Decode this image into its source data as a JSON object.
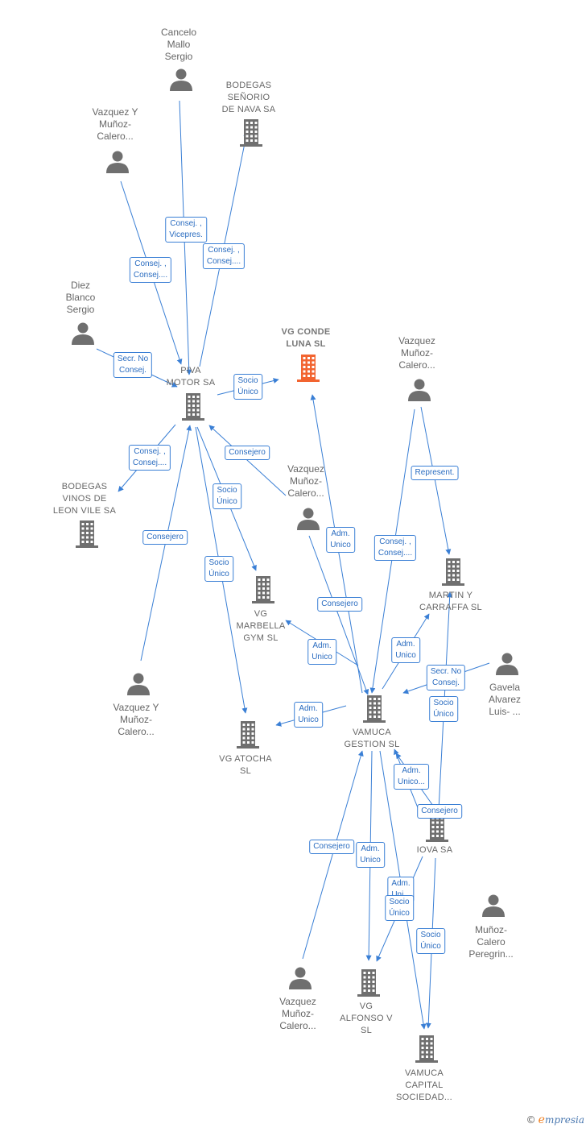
{
  "colors": {
    "edge": "#3a7fd5",
    "node": "#6f6f6f",
    "focus": "#f26430"
  },
  "nodes": [
    {
      "id": "cancelo",
      "kind": "person",
      "label": "Cancelo\nMallo\nSergio"
    },
    {
      "id": "bodegas_senorio",
      "kind": "company",
      "label": "BODEGAS\nSEÑORIO\nDE NAVA SA"
    },
    {
      "id": "vazquez_y_1",
      "kind": "person",
      "label": "Vazquez Y\nMuñoz-\nCalero..."
    },
    {
      "id": "diez",
      "kind": "person",
      "label": "Diez\nBlanco\nSergio"
    },
    {
      "id": "vg_conde",
      "kind": "focus",
      "label": "VG CONDE\nLUNA  SL"
    },
    {
      "id": "vazquez_m_1",
      "kind": "person",
      "label": "Vazquez\nMuñoz-\nCalero..."
    },
    {
      "id": "piva",
      "kind": "company",
      "label": "PIVA\nMOTOR SA"
    },
    {
      "id": "bodegas_vinos",
      "kind": "company",
      "label": "BODEGAS\nVINOS DE\nLEON VILE SA"
    },
    {
      "id": "vazquez_m_2",
      "kind": "person",
      "label": "Vazquez\nMuñoz-\nCalero..."
    },
    {
      "id": "martin",
      "kind": "company",
      "label": "MARTIN Y\nCARRAFFA  SL"
    },
    {
      "id": "vg_marbella",
      "kind": "company",
      "label": "VG\nMARBELLA\nGYM  SL"
    },
    {
      "id": "gavela",
      "kind": "person",
      "label": "Gavela\nAlvarez\nLuis- ..."
    },
    {
      "id": "vazquez_y_2",
      "kind": "person",
      "label": "Vazquez Y\nMuñoz-\nCalero..."
    },
    {
      "id": "vamuca",
      "kind": "company",
      "label": "VAMUCA\nGESTION  SL"
    },
    {
      "id": "vg_atocha",
      "kind": "company",
      "label": "VG ATOCHA\nSL"
    },
    {
      "id": "iova",
      "kind": "company",
      "label": "IOVA SA"
    },
    {
      "id": "munoz",
      "kind": "person",
      "label": "Muñoz-\nCalero\nPeregrin..."
    },
    {
      "id": "vazquez_m_3",
      "kind": "person",
      "label": "Vazquez\nMuñoz-\nCalero..."
    },
    {
      "id": "vg_alfonso",
      "kind": "company",
      "label": "VG\nALFONSO V\nSL"
    },
    {
      "id": "vamuca_capital",
      "kind": "company",
      "label": "VAMUCA\nCAPITAL\nSOCIEDAD..."
    }
  ],
  "edges": [
    {
      "label": "Consej. ,\nVicepres."
    },
    {
      "label": "Consej. ,\nConsej...."
    },
    {
      "label": "Consej. ,\nConsej...."
    },
    {
      "label": "Secr.  No\nConsej."
    },
    {
      "label": "Socio\nÚnico"
    },
    {
      "label": "Consej. ,\nConsej...."
    },
    {
      "label": "Consejero"
    },
    {
      "label": "Socio\nÚnico"
    },
    {
      "label": "Consejero"
    },
    {
      "label": "Socio\nÚnico"
    },
    {
      "label": "Adm.\nUnico"
    },
    {
      "label": "Represent."
    },
    {
      "label": "Consej. ,\nConsej...."
    },
    {
      "label": "Consejero"
    },
    {
      "label": "Adm.\nUnico"
    },
    {
      "label": "Adm.\nUnico"
    },
    {
      "label": "Secr.  No\nConsej."
    },
    {
      "label": "Socio\nÚnico"
    },
    {
      "label": "Adm.\nUnico"
    },
    {
      "label": "Adm.\nUnico..."
    },
    {
      "label": "Consejero"
    },
    {
      "label": "Consejero"
    },
    {
      "label": "Adm.\nUnico"
    },
    {
      "label": "Adm.\nUni..."
    },
    {
      "label": "Socio\nÚnico"
    },
    {
      "label": "Socio\nÚnico"
    }
  ],
  "footer": {
    "copyright": "©",
    "brand_initial": "e",
    "brand_rest": "mpresia"
  }
}
